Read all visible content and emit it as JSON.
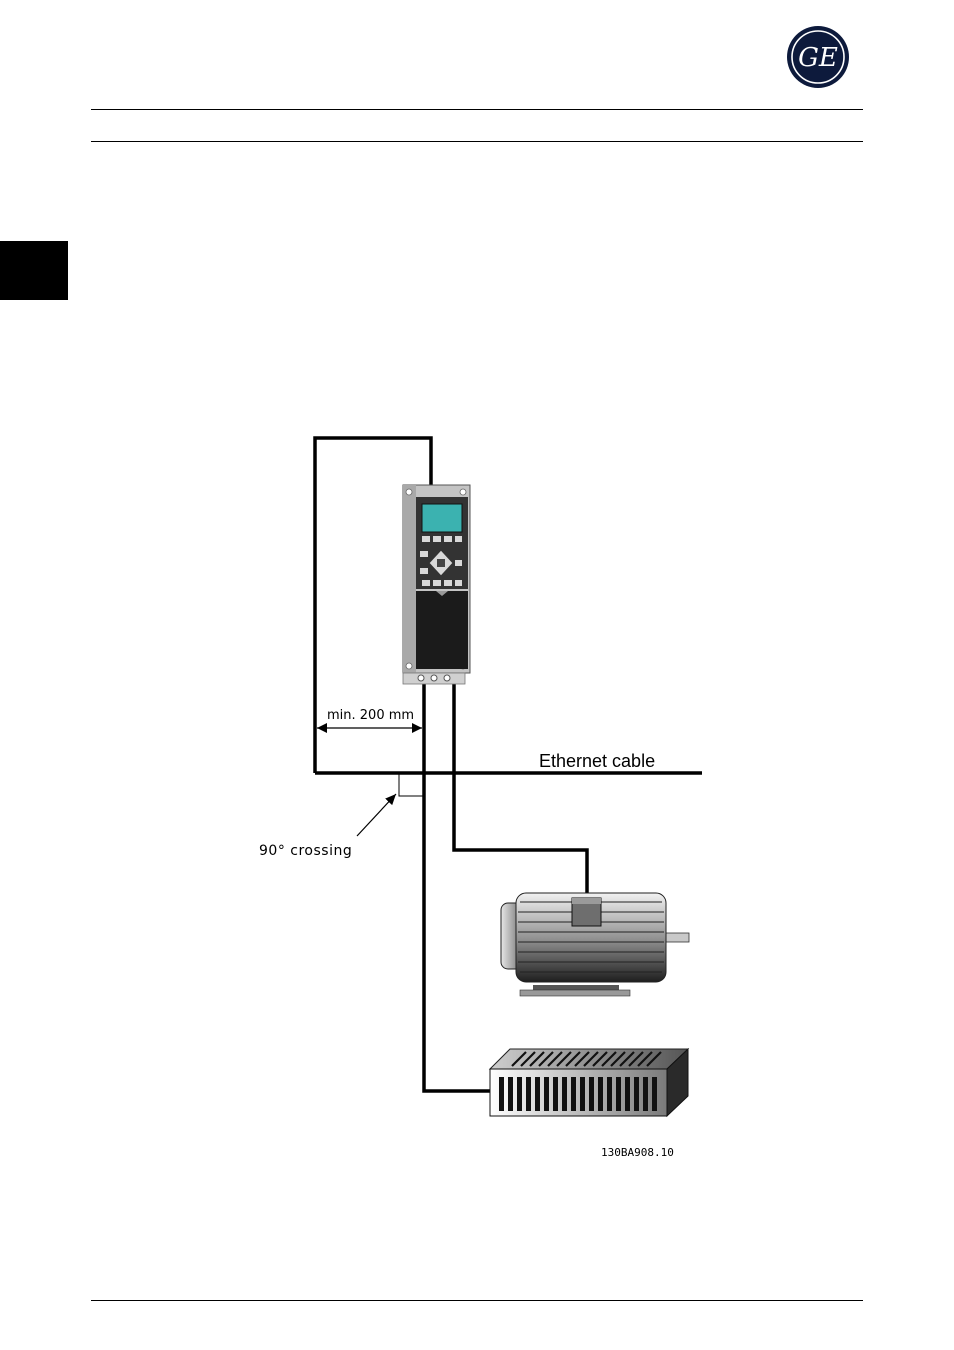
{
  "header": {
    "logo_text": "GE"
  },
  "diagram": {
    "label_min_distance": "min. 200 mm",
    "label_ethernet": "Ethernet cable",
    "label_crossing": "90° crossing",
    "figure_code": "130BA908.10"
  },
  "colors": {
    "ink": "#000000",
    "lcd": "#3bb2b0",
    "drive_body": "#b5b5b5"
  }
}
